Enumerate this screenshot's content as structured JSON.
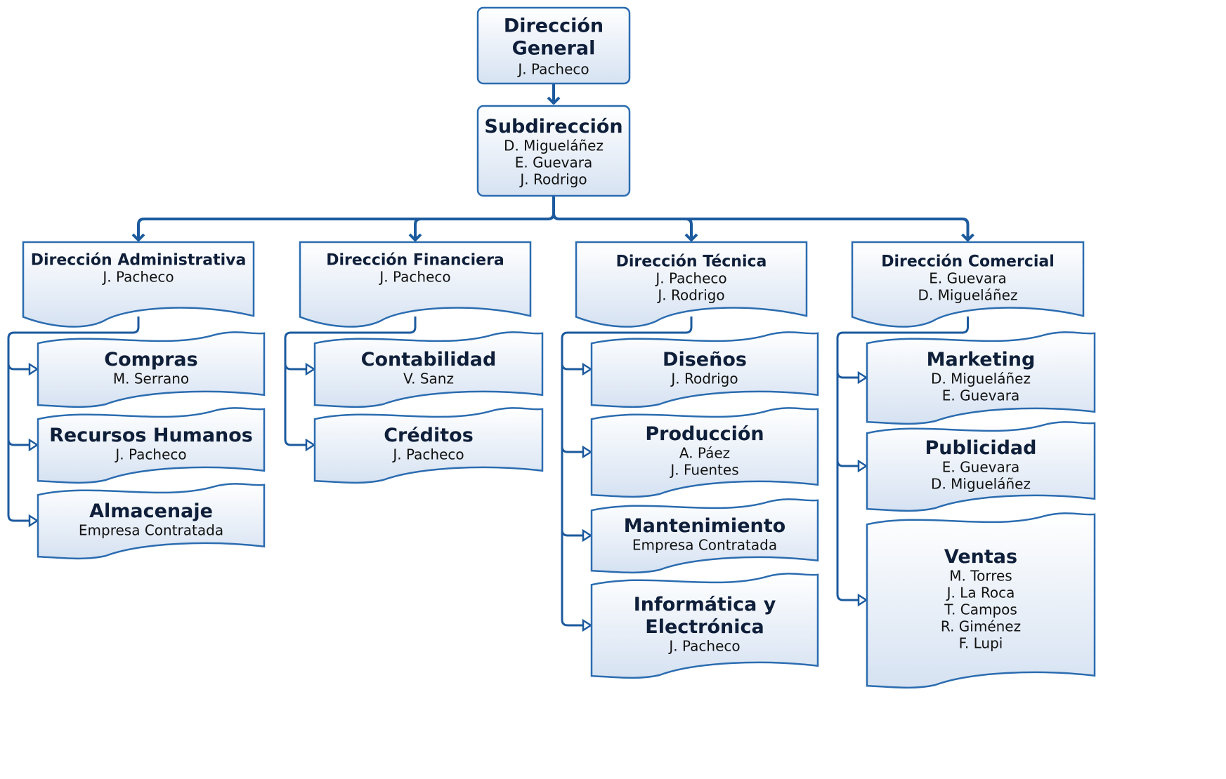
{
  "colors": {
    "accent": "#1c5a9e",
    "border": "#2b6cb0",
    "fill_top": "#ffffff",
    "fill_bottom": "#d6e2f2",
    "title_text": "#0f1f3a",
    "body_text": "#111111"
  },
  "root": {
    "title": [
      "Dirección",
      "General"
    ],
    "people": [
      "J. Pacheco"
    ]
  },
  "sub": {
    "title": [
      "Subdirección"
    ],
    "people": [
      "D. Migueláñez",
      "E. Guevara",
      "J. Rodrigo"
    ]
  },
  "departments": [
    {
      "title": "Dirección Administrativa",
      "people": [
        "J. Pacheco"
      ],
      "units": [
        {
          "title": [
            "Compras"
          ],
          "people": [
            "M. Serrano"
          ]
        },
        {
          "title": [
            "Recursos Humanos"
          ],
          "people": [
            "J. Pacheco"
          ]
        },
        {
          "title": [
            "Almacenaje"
          ],
          "people": [
            "Empresa Contratada"
          ]
        }
      ]
    },
    {
      "title": "Dirección Financiera",
      "people": [
        "J. Pacheco"
      ],
      "units": [
        {
          "title": [
            "Contabilidad"
          ],
          "people": [
            "V. Sanz"
          ]
        },
        {
          "title": [
            "Créditos"
          ],
          "people": [
            "J. Pacheco"
          ]
        }
      ]
    },
    {
      "title": "Dirección Técnica",
      "people": [
        "J. Pacheco",
        "J. Rodrigo"
      ],
      "units": [
        {
          "title": [
            "Diseños"
          ],
          "people": [
            "J. Rodrigo"
          ]
        },
        {
          "title": [
            "Producción"
          ],
          "people": [
            "A. Páez",
            "J. Fuentes"
          ]
        },
        {
          "title": [
            "Mantenimiento"
          ],
          "people": [
            "Empresa Contratada"
          ]
        },
        {
          "title": [
            "Informática y",
            "Electrónica"
          ],
          "people": [
            "J. Pacheco"
          ]
        }
      ]
    },
    {
      "title": "Dirección Comercial",
      "people": [
        "E. Guevara",
        "D. Migueláñez"
      ],
      "units": [
        {
          "title": [
            "Marketing"
          ],
          "people": [
            "D. Migueláñez",
            "E. Guevara"
          ]
        },
        {
          "title": [
            "Publicidad"
          ],
          "people": [
            "E. Guevara",
            "D. Migueláñez"
          ]
        },
        {
          "title": [
            "Ventas"
          ],
          "people": [
            "M. Torres",
            "J. La Roca",
            "T. Campos",
            "R. Giménez",
            "F. Lupi"
          ]
        }
      ]
    }
  ]
}
